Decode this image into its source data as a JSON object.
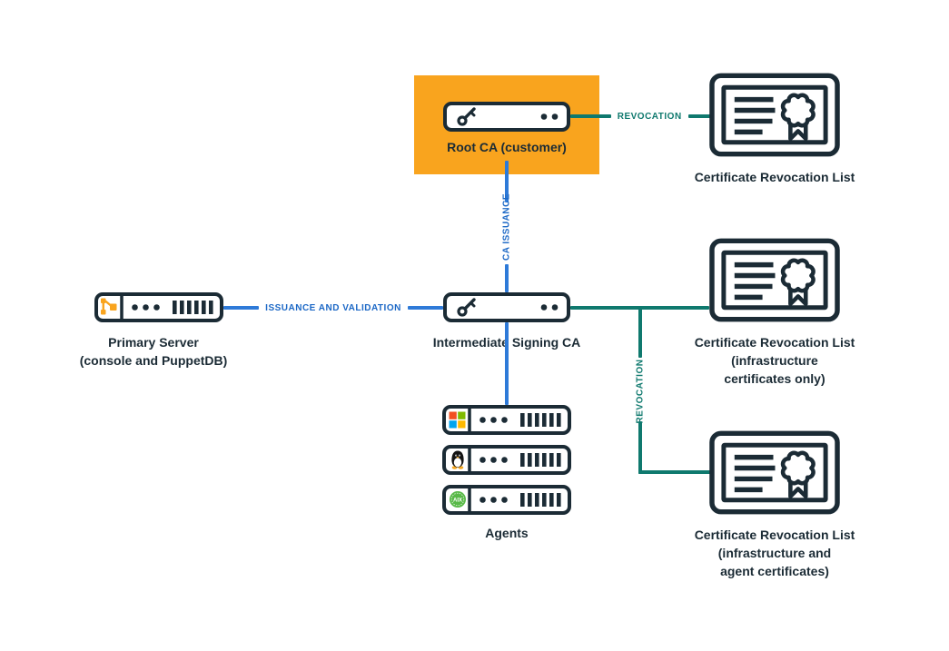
{
  "root_ca": {
    "label": "Root CA (customer)"
  },
  "intermediate_ca": {
    "label": "Intermediate Signing CA"
  },
  "primary_server": {
    "lines": [
      "Primary Server",
      "(console and PuppetDB)"
    ]
  },
  "crl_top": {
    "lines": [
      "Certificate Revocation List"
    ]
  },
  "crl_middle": {
    "lines": [
      "Certificate Revocation List",
      "(infrastructure",
      "certificates only)"
    ]
  },
  "crl_bottom": {
    "lines": [
      "Certificate Revocation List",
      "(infrastructure and",
      "agent certificates)"
    ]
  },
  "agents": {
    "label": "Agents",
    "os": [
      "windows",
      "linux",
      "aix"
    ],
    "aix_badge_text": "AIX",
    "windows_colors": [
      "#F25022",
      "#7FBA00",
      "#00A4EF",
      "#FFB900"
    ],
    "aix_green": "#58B947"
  },
  "connections": {
    "revocation_top": "REVOCATION",
    "ca_issuance": "CA ISSUANCE",
    "issuance_and_validation": "ISSUANCE AND VALIDATION",
    "revocation_side": "REVOCATION"
  },
  "colors": {
    "orange": "#F9A41E",
    "ink": "#1B2B35",
    "blue": "#2E7AD8",
    "blue-text": "#1C68C6",
    "teal": "#0F796E"
  }
}
